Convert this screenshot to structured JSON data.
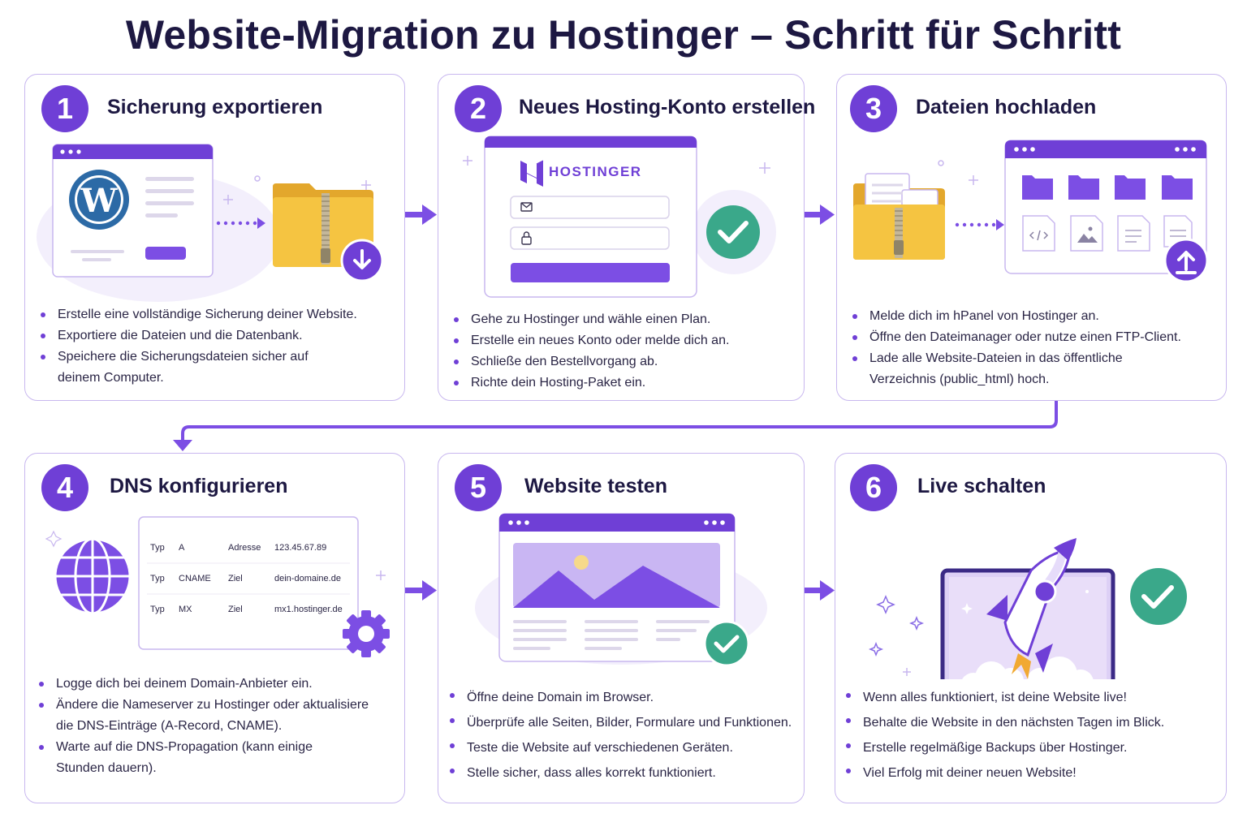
{
  "title": "Website-Migration zu Hostinger – Schritt für Schritt",
  "steps": [
    {
      "number": "1",
      "heading": "Sicherung exportieren",
      "bullets": [
        "Erstelle eine vollständige Sicherung deiner Website.",
        "Exportiere die Dateien und die Datenbank.",
        "Speichere die Sicherungsdateien sicher auf deinem Computer."
      ],
      "icons": [
        "wordpress-logo",
        "browser-window",
        "zip-folder-icon",
        "download-icon"
      ]
    },
    {
      "number": "2",
      "heading": "Neues Hosting-Konto erstellen",
      "brand": "HOSTINGER",
      "bullets": [
        "Gehe zu Hostinger und wähle einen Plan.",
        "Erstelle ein neues Konto oder melde dich an.",
        "Schließe den Bestellvorgang ab.",
        "Richte dein Hosting-Paket ein."
      ],
      "icons": [
        "hostinger-logo",
        "mail-icon",
        "lock-icon",
        "check-icon"
      ]
    },
    {
      "number": "3",
      "heading": "Dateien hochladen",
      "bullets": [
        "Melde dich im hPanel von Hostinger an.",
        "Öffne den Dateimanager oder nutze einen FTP-Client.",
        "Lade alle Website-Dateien in das öffentliche Verzeichnis (public_html) hoch."
      ],
      "icons": [
        "zip-folder-icon",
        "folder-icon",
        "code-file-icon",
        "image-file-icon",
        "text-file-icon",
        "upload-icon"
      ]
    },
    {
      "number": "4",
      "heading": "DNS konfigurieren",
      "dns_records": [
        {
          "k1": "Typ",
          "type": "A",
          "k2": "Adresse",
          "value": "123.45.67.89"
        },
        {
          "k1": "Typ",
          "type": "CNAME",
          "k2": "Ziel",
          "value": "dein-domaine.de"
        },
        {
          "k1": "Typ",
          "type": "MX",
          "k2": "Ziel",
          "value": "mx1.hostinger.de"
        }
      ],
      "bullets": [
        "Logge dich bei deinem Domain-Anbieter ein.",
        "Ändere die Nameserver zu Hostinger oder aktualisiere die DNS-Einträge (A-Record, CNAME).",
        "Warte auf die DNS-Propagation (kann einige Stunden dauern)."
      ],
      "icons": [
        "globe-icon",
        "gear-icon"
      ]
    },
    {
      "number": "5",
      "heading": "Website testen",
      "bullets": [
        "Öffne deine Domain im Browser.",
        "Überprüfe alle Seiten, Bilder, Formulare und Funktionen.",
        "Teste die Website auf verschiedenen Geräten.",
        "Stelle sicher, dass alles korrekt funktioniert."
      ],
      "icons": [
        "browser-window",
        "image-placeholder",
        "check-icon"
      ]
    },
    {
      "number": "6",
      "heading": "Live schalten",
      "bullets": [
        "Wenn alles funktioniert, ist deine Website live!",
        "Behalte die Website in den nächsten Tagen im Blick.",
        "Erstelle regelmäßige Backups über Hostinger.",
        "Viel Erfolg mit deiner neuen Website!"
      ],
      "icons": [
        "laptop-icon",
        "rocket-icon",
        "check-icon"
      ]
    }
  ],
  "colors": {
    "accent": "#6f3fd6",
    "accent_light": "#ede7fb",
    "border": "#c8b7ef",
    "success": "#3aa88a",
    "folder": "#f5c441",
    "text": "#1d1842"
  }
}
